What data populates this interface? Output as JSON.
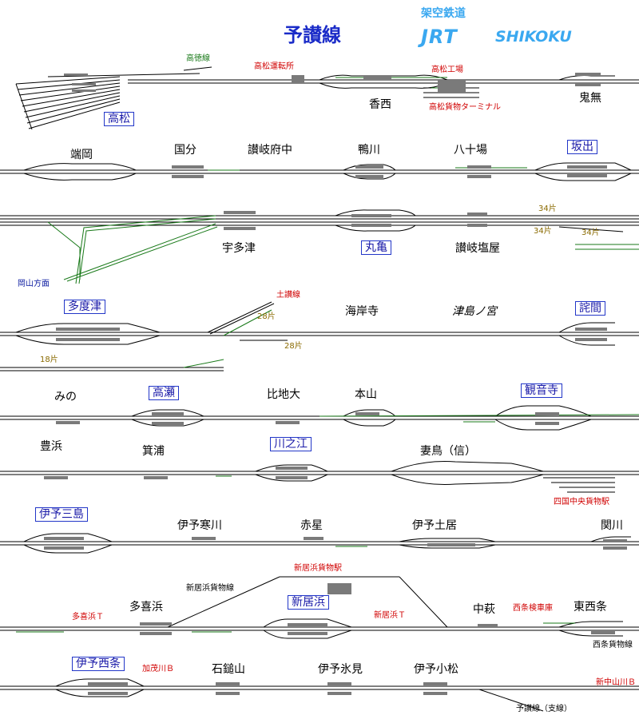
{
  "title": "予讃線",
  "logo": {
    "kuso": "架空鉄道",
    "jrt": "JRT",
    "shikoku": "SHIKOKU"
  },
  "stations": {
    "takamatsu": "高松",
    "kozai": "香西",
    "kinashi": "鬼無",
    "hashioka": "端岡",
    "kokubu": "国分",
    "sanukifuchu": "讃岐府中",
    "kamogawa": "鴨川",
    "yasoba": "八十場",
    "sakaide": "坂出",
    "utazu": "宇多津",
    "marugame": "丸亀",
    "sanukishioya": "讃岐塩屋",
    "tadotsu": "多度津",
    "kaiganji": "海岸寺",
    "tsushimanomiya": "津島ノ宮",
    "takuma": "詫間",
    "mino": "みの",
    "takase": "高瀬",
    "hijiri": "比地大",
    "motoyama": "本山",
    "kanonji": "観音寺",
    "toyohama": "豊浜",
    "minoura": "箕浦",
    "kawanoe": "川之江",
    "tsumatori": "妻鳥（信）",
    "iyomishima": "伊予三島",
    "iyosangawa": "伊予寒川",
    "akaboshi": "赤星",
    "iyodoi": "伊予土居",
    "sekikawa": "関川",
    "takihama": "多喜浜",
    "niihama": "新居浜",
    "nakahagi": "中萩",
    "higashisaijo": "東西条",
    "iyosaijo": "伊予西条",
    "ishizuchiyama": "石鎚山",
    "iyohimi": "伊予氷見",
    "iyokomatsu": "伊予小松"
  },
  "notes": {
    "kotoku": "高徳線",
    "unten": "高松運転所",
    "kojo": "高松工場",
    "kamotsu": "高松貨物ターミナル",
    "okayama": "岡山方面",
    "dosan": "土讃線",
    "shikokuchuo": "四国中央貨物駅",
    "niihamakamotsu": "新居浜貨物駅",
    "niihamakamotsusen": "新居浜貨物線",
    "takihamaT": "多喜浜Ｔ",
    "niihamaT": "新居浜Ｔ",
    "saijokensha": "西条検車庫",
    "saijokamotsu": "西条貨物線",
    "kamogawaB": "加茂川Ｂ",
    "shinnakayamaB": "新中山川Ｂ",
    "shisen": "予讃線（支線）",
    "p34a": "34片",
    "p34b": "34片",
    "p34c": "34片",
    "p28a": "28片",
    "p28b": "28片",
    "p18": "18片"
  },
  "colors": {
    "track": "#000000",
    "siding": "#1a7a1a",
    "platform": "#7a7a7a",
    "label": "#2236c8",
    "red": "#d00000"
  }
}
